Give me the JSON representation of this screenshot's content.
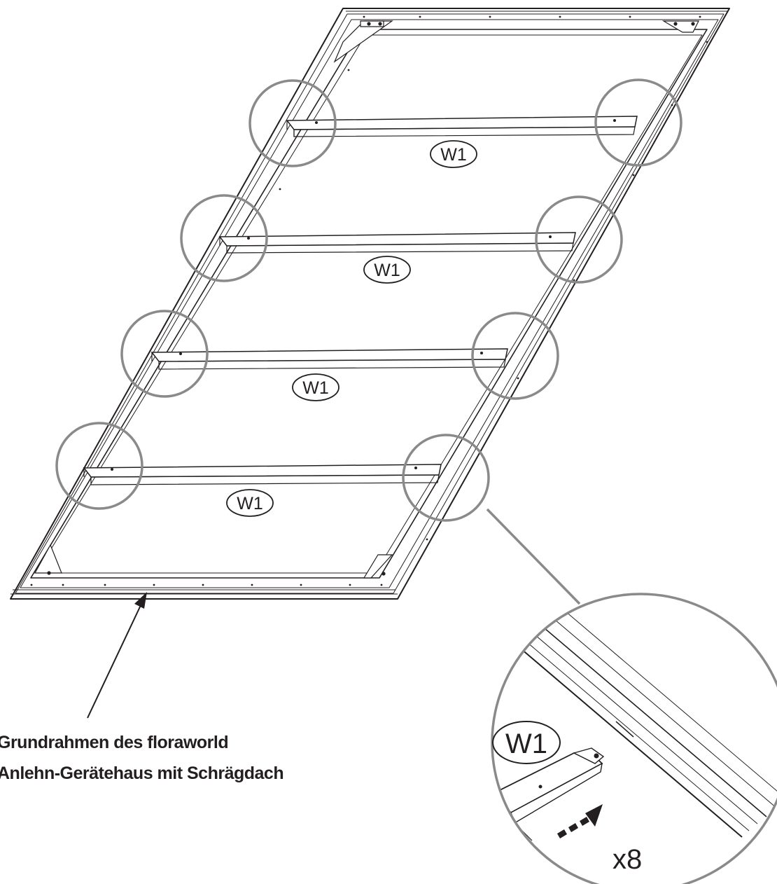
{
  "caption": {
    "line1": "Grundrahmen des floraworld",
    "line2": "Anlehn-Gerätehaus mit Schrägdach"
  },
  "part_label": "W1",
  "detail": {
    "part_label": "W1",
    "quantity": "x8"
  },
  "colors": {
    "line": "#231f20",
    "circle": "#8a8a8a",
    "background": "#ffffff"
  }
}
